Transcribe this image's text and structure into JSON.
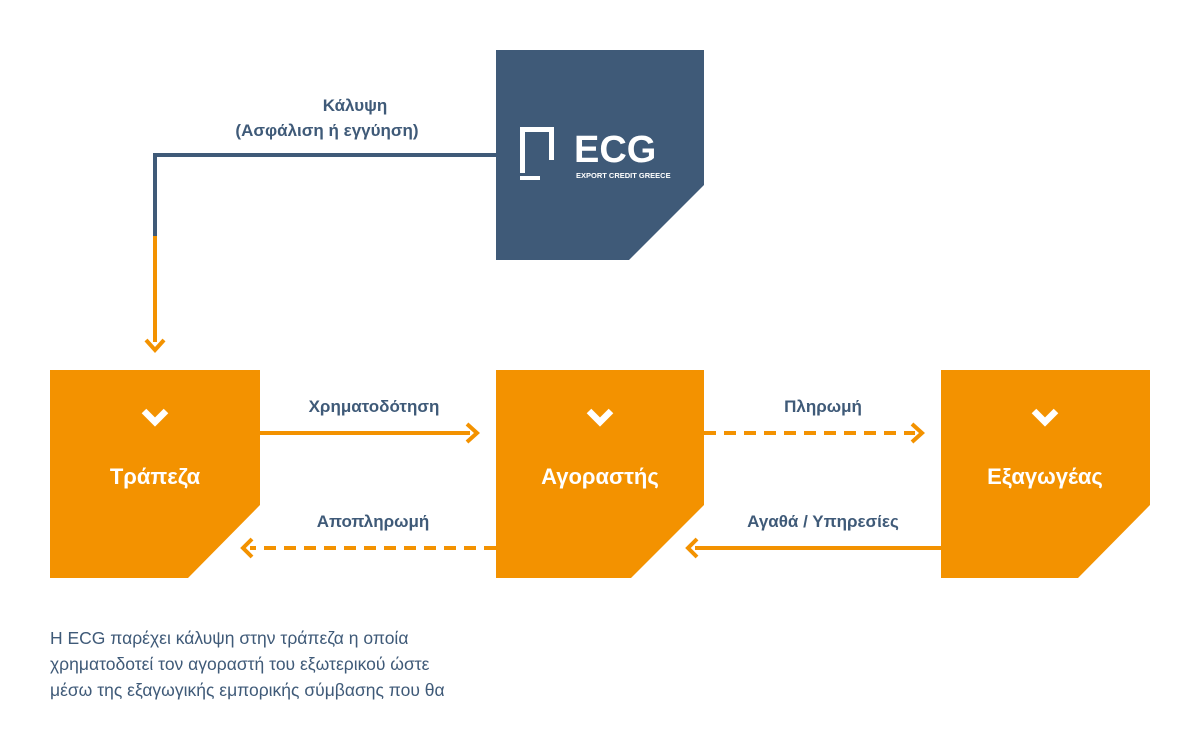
{
  "colors": {
    "navy": "#3f5a78",
    "orange": "#f39200",
    "white": "#ffffff"
  },
  "ecg": {
    "logo_text": "ECG",
    "logo_subtext": "EXPORT CREDIT GREECE"
  },
  "coverage": {
    "line1": "Κάλυψη",
    "line2": "(Ασφάλιση ή εγγύηση)"
  },
  "nodes": {
    "bank": "Τράπεζα",
    "buyer": "Αγοραστής",
    "exporter": "Εξαγωγέας"
  },
  "edges": {
    "financing": "Χρηματοδότηση",
    "repayment": "Αποπληρωμή",
    "payment": "Πληρωμή",
    "goods": "Αγαθά / Υπηρεσίες"
  },
  "caption": {
    "lines": [
      "Η ECG παρέχει κάλυψη στην τράπεζα η οποία",
      "χρηματοδοτεί τον αγοραστή του εξωτερικού ώστε",
      "μέσω της εξαγωγικής εμπορικής σύμβασης που θα"
    ]
  }
}
